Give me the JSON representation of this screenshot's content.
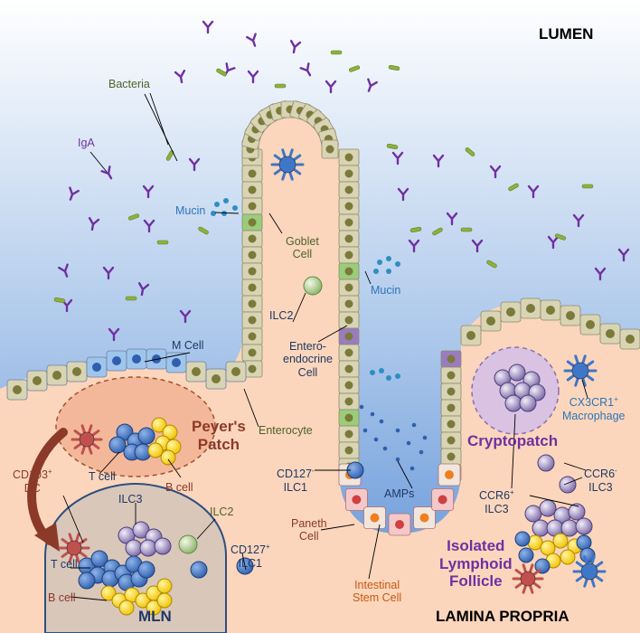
{
  "regions": {
    "lumen": "LUMEN",
    "lamina_propria": "LAMINA PROPRIA"
  },
  "labels": {
    "bacteria": "Bacteria",
    "iga": "IgA",
    "mucin_left": "Mucin",
    "mucin_right": "Mucin",
    "goblet_cell": [
      "Goblet",
      "Cell"
    ],
    "ilc2_villus": "ILC2",
    "m_cell": "M Cell",
    "enteroendocrine": [
      "Entero-",
      "endocrine",
      "Cell"
    ],
    "enterocyte": "Enterocyte",
    "peyers_patch": [
      "Peyer's",
      "Patch"
    ],
    "dc": {
      "base": "CD103",
      "sup": "+",
      "line2": "DC"
    },
    "t_cell_pp": "T cell",
    "b_cell_pp": "B cell",
    "ilc3_mln": "ILC3",
    "ilc2_mln": "ILC2",
    "t_cell_mln": "T cell",
    "b_cell_mln": "B cell",
    "mln": "MLN",
    "cd127pos": {
      "base": "CD127",
      "sup": "+",
      "line2": "ILC1"
    },
    "cd127neg": {
      "base": "CD127",
      "sup": "-",
      "line2": "ILC1"
    },
    "amps": "AMPs",
    "paneth": [
      "Paneth",
      "Cell"
    ],
    "stem_cell": [
      "Intestinal",
      "Stem Cell"
    ],
    "cryptopatch": "Cryptopatch",
    "macrophage": {
      "base": "CX3CR1",
      "sup": "+",
      "line2": "Macrophage"
    },
    "ccr6neg": {
      "base": "CCR6",
      "sup": "-",
      "line2": "ILC3"
    },
    "ccr6pos": {
      "base": "CCR6",
      "sup": "+",
      "line2": "ILC3"
    },
    "ilf": [
      "Isolated",
      "Lymphoid",
      "Follicle"
    ]
  },
  "colors": {
    "lumen_top": "#ffffff",
    "lumen_bottom": "#5b8fd6",
    "tissue": "#fbd6bc",
    "epithelium": "#d8d4b4",
    "nucleus": "#7a7a3a",
    "goblet": "#9bcc7a",
    "enteroendocrine": "#9b7bbf",
    "m_cell": "#9fc5ec",
    "paneth": "#f4c8c8",
    "stem": "#f2e6dc",
    "stem_nucleus": "#f07f1f",
    "iga": "#7030a0",
    "bacteria": "#8db23a",
    "t_cell": "#3f77c8",
    "b_cell": "#ffd400",
    "ilc3": "#8c7bb3",
    "dc": "#c0504d"
  }
}
